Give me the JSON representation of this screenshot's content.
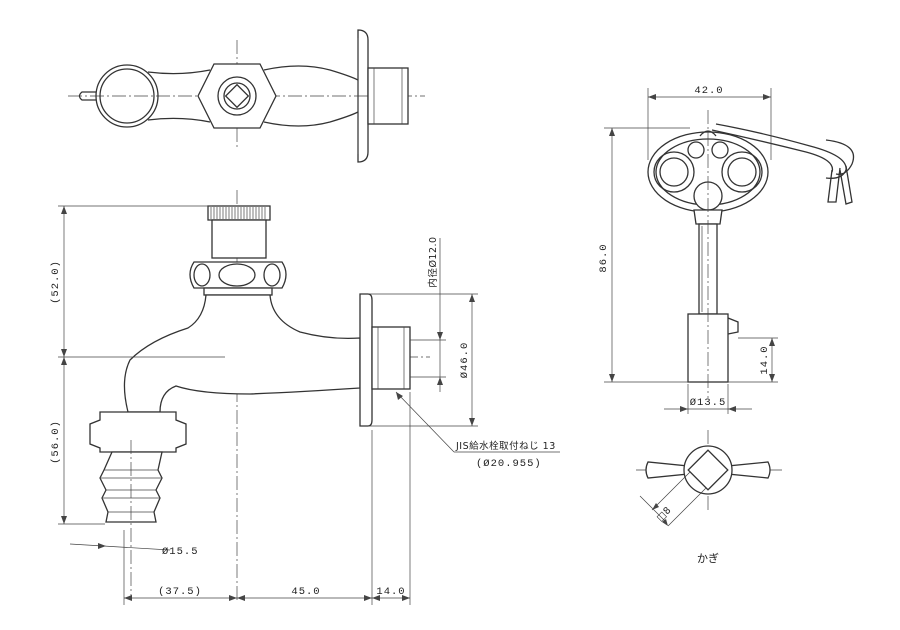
{
  "dimensions": {
    "top_height": "(52.0)",
    "bottom_height": "(56.0)",
    "left_width": "(37.5)",
    "center_width": "45.0",
    "flange_width": "14.0",
    "inner_dia": "内径Ø12.0",
    "outer_dia": "Ø46.0",
    "hose_dia": "Ø15.5",
    "key_width": "42.0",
    "key_height": "86.0",
    "key_shaft_dia": "Ø13.5",
    "key_tip": "14.0",
    "key_square": "□8"
  },
  "callout": {
    "thread_spec": "JIS給水栓取付ねじ 13",
    "thread_dia": "(Ø20.955)"
  },
  "labels": {
    "key_caption": "かぎ"
  }
}
